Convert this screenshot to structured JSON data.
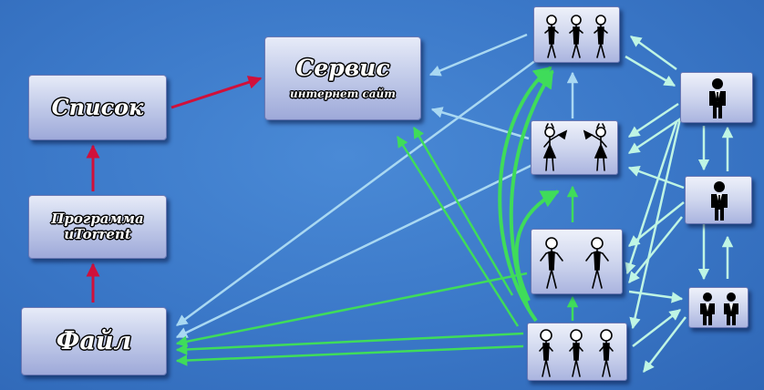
{
  "nodes": {
    "spisok": "Список",
    "programma": [
      "Программа",
      "uTorrent"
    ],
    "fail": "Файл",
    "servis": [
      "Сервис",
      "интернет сайт"
    ]
  },
  "icons": [
    "three-people-icon",
    "two-women-with-fans-icon",
    "two-people-icon",
    "three-people-icon",
    "businessman-icon",
    "businessman-icon",
    "two-businessmen-icon"
  ],
  "colors": {
    "background": "#3a77c7",
    "red_arrow": "#d0103a",
    "light_blue_arrow": "#a9d8f2",
    "green_arrow": "#3fdc5a",
    "mint_arrow": "#bff5e4"
  }
}
